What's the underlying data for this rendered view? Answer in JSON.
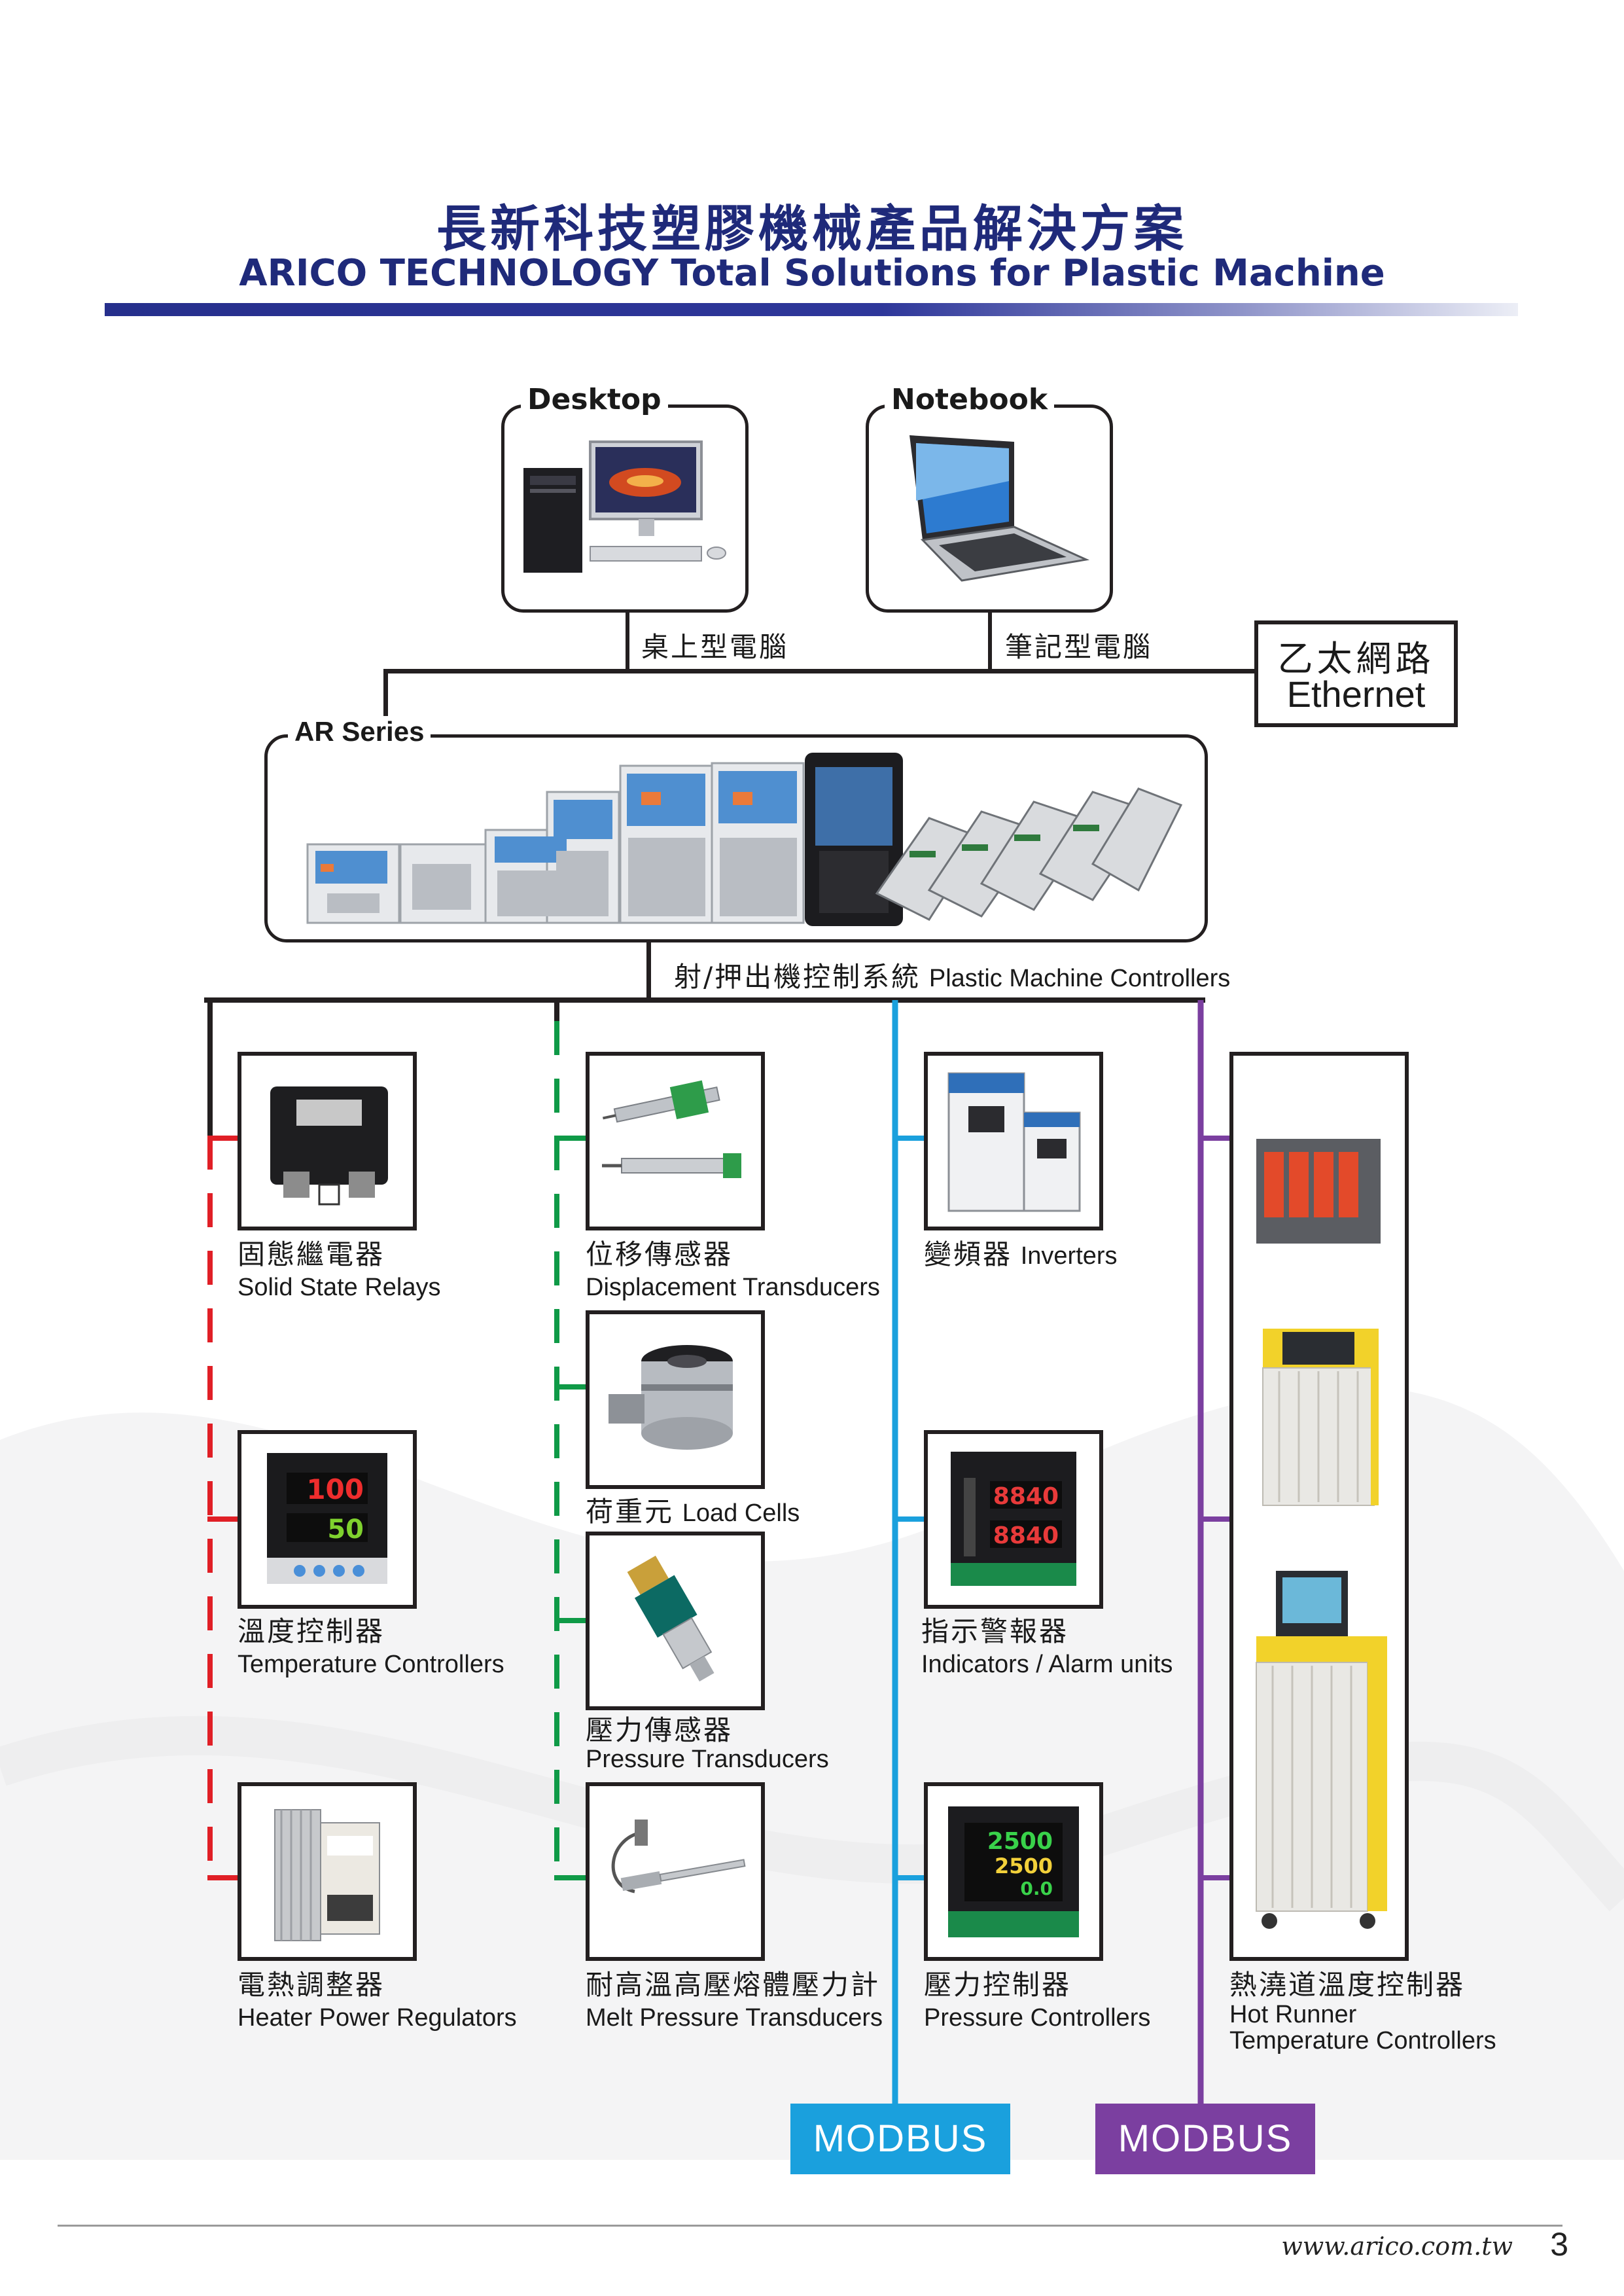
{
  "header": {
    "title_zh": "長新科技塑膠機械產品解決方案",
    "title_en": "ARICO TECHNOLOGY Total Solutions for Plastic Machine"
  },
  "computers": {
    "desktop": {
      "label": "Desktop",
      "sublabel": "桌上型電腦",
      "icon": "desktop-computer-icon"
    },
    "notebook": {
      "label": "Notebook",
      "sublabel": "筆記型電腦",
      "icon": "laptop-icon"
    },
    "ethernet": {
      "zh": "乙太網路",
      "en": "Ethernet"
    }
  },
  "controllers": {
    "label": "AR Series",
    "caption_zh": "射/押出機控制系統",
    "caption_en": "Plastic Machine Controllers"
  },
  "columns": {
    "col1": {
      "color": "#e01f26",
      "items": [
        {
          "zh": "固態繼電器",
          "en": "Solid State Relays",
          "icon": "relay-icon"
        },
        {
          "zh": "溫度控制器",
          "en": "Temperature Controllers",
          "icon": "temperature-controller-icon",
          "display_top": "100",
          "display_bottom": "50"
        },
        {
          "zh": "電熱調整器",
          "en": "Heater Power Regulators",
          "icon": "power-regulator-icon"
        }
      ]
    },
    "col2": {
      "color": "#0f9a47",
      "items": [
        {
          "zh": "位移傳感器",
          "en": "Displacement Transducers",
          "icon": "displacement-transducer-icon"
        },
        {
          "zh": "荷重元",
          "en": "Load Cells",
          "icon": "load-cell-icon"
        },
        {
          "zh": "壓力傳感器",
          "en": "Pressure Transducers",
          "icon": "pressure-transducer-icon"
        },
        {
          "zh": "耐高溫高壓熔體壓力計",
          "en": "Melt Pressure Transducers",
          "icon": "melt-pressure-icon"
        }
      ]
    },
    "col3": {
      "color": "#1aa0dd",
      "modbus": "MODBUS",
      "items": [
        {
          "zh": "變頻器",
          "en": "Inverters",
          "icon": "inverter-icon"
        },
        {
          "zh": "指示警報器",
          "en": "Indicators / Alarm units",
          "icon": "indicator-icon",
          "display_top": "8840",
          "display_bottom": "8840"
        },
        {
          "zh": "壓力控制器",
          "en": "Pressure Controllers",
          "icon": "pressure-controller-icon",
          "display_top": "2500",
          "display_mid": "2500",
          "display_bottom": "0.0"
        }
      ]
    },
    "col4": {
      "color": "#7b3fa0",
      "modbus": "MODBUS",
      "item": {
        "zh": "熱澆道溫度控制器",
        "en_line1": "Hot Runner",
        "en_line2": "Temperature Controllers",
        "icon": "hot-runner-icon"
      }
    }
  },
  "footer": {
    "url": "www.arico.com.tw",
    "page": "3"
  }
}
